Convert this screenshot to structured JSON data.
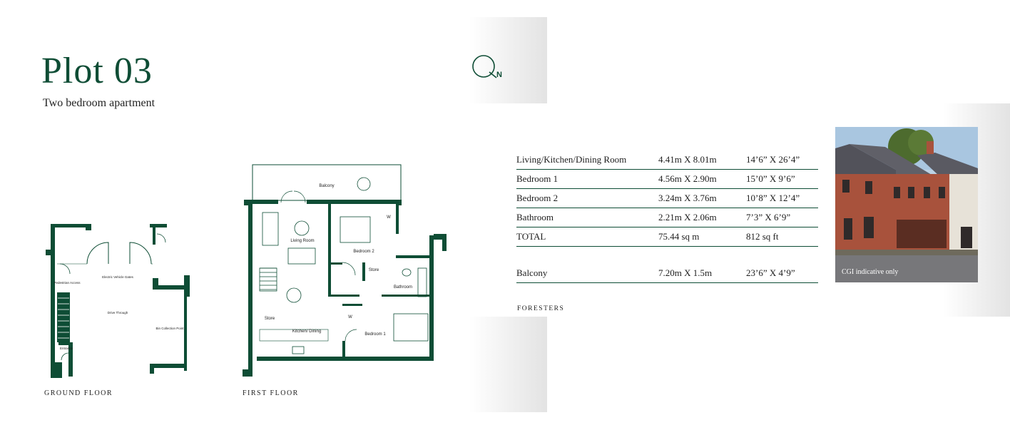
{
  "title": "Plot 03",
  "subtitle": "Two bedroom apartment",
  "compass_label": "N",
  "ground_floor": {
    "label": "GROUND FLOOR",
    "rooms": {
      "pedestrian_access": "Pedestrian Access",
      "electric_vehicle_gates": "Electric Vehicle Gates",
      "drive_through": "Drive Through",
      "bin_collection_point": "Bin Collection Point",
      "entrance": "Entrance"
    }
  },
  "first_floor": {
    "label": "FIRST FLOOR",
    "rooms": {
      "balcony": "Balcony",
      "living_room": "Living Room",
      "bedroom_2": "Bedroom 2",
      "store_1": "Store",
      "bathroom": "Bathroom",
      "store_2": "Store",
      "kitchen_dining": "Kitchen/ Dining",
      "bedroom_1": "Bedroom 1",
      "wardrobe_1": "W",
      "wardrobe_2": "W"
    }
  },
  "dimensions": {
    "rows": [
      {
        "room": "Living/Kitchen/Dining Room",
        "metric": "4.41m  X  8.01m",
        "imperial": "14’6”   X  26’4”"
      },
      {
        "room": "Bedroom 1",
        "metric": "4.56m  X  2.90m",
        "imperial": "15’0”   X  9’6”"
      },
      {
        "room": "Bedroom 2",
        "metric": "3.24m  X  3.76m",
        "imperial": "10’8”   X  12’4”"
      },
      {
        "room": "Bathroom",
        "metric": "2.21m  X  2.06m",
        "imperial": "7’3”     X  6’9”"
      },
      {
        "room": "TOTAL",
        "metric": "75.44 sq m",
        "imperial": "812 sq ft"
      }
    ],
    "balcony": {
      "room": "Balcony",
      "metric": "7.20m  X  1.5m",
      "imperial": "23’6”   X  4’9”"
    }
  },
  "brand": "FORESTERS",
  "photo_caption": "CGI indicative only",
  "colors": {
    "brand_green": "#0e4d35",
    "brick": "#a8523c"
  }
}
